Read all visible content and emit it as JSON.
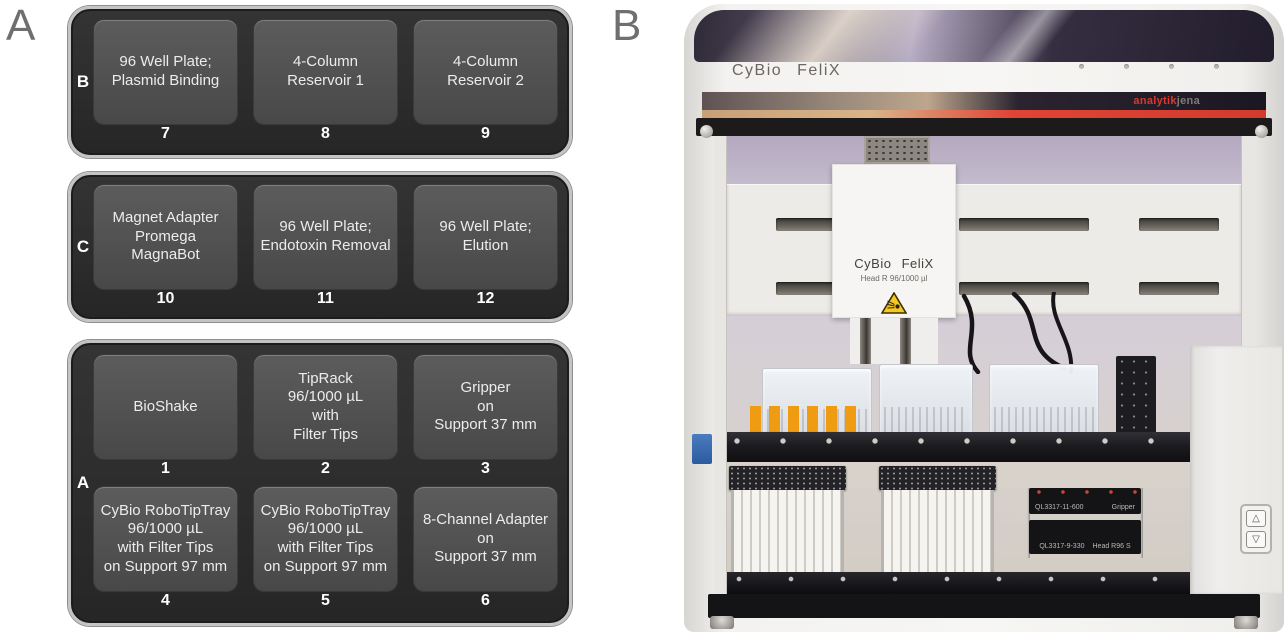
{
  "panels": {
    "a_label": "A",
    "b_label": "B"
  },
  "deck_layout": {
    "trays": [
      {
        "letter": "B",
        "rows": [
          [
            {
              "label": "96 Well Plate;\nPlasmid Binding",
              "number": "7"
            },
            {
              "label": "4-Column\nReservoir 1",
              "number": "8"
            },
            {
              "label": "4-Column\nReservoir 2",
              "number": "9"
            }
          ]
        ]
      },
      {
        "letter": "C",
        "rows": [
          [
            {
              "label": "Magnet Adapter\nPromega\nMagnaBot",
              "number": "10"
            },
            {
              "label": "96 Well Plate;\nEndotoxin Removal",
              "number": "11"
            },
            {
              "label": "96 Well Plate;\nElution",
              "number": "12"
            }
          ]
        ]
      },
      {
        "letter": "A",
        "rows": [
          [
            {
              "label": "BioShake",
              "number": "1"
            },
            {
              "label": "TipRack\n96/1000 µL\nwith\nFilter Tips",
              "number": "2"
            },
            {
              "label": "Gripper\non\nSupport 37 mm",
              "number": "3"
            }
          ],
          [
            {
              "label": "CyBio RoboTipTray\n96/1000 µL\nwith Filter Tips\non Support 97 mm",
              "number": "4"
            },
            {
              "label": "CyBio RoboTipTray\n96/1000 µL\nwith Filter Tips\non Support 97 mm",
              "number": "5"
            },
            {
              "label": "8-Channel Adapter\non\nSupport 37 mm",
              "number": "6"
            }
          ]
        ]
      }
    ]
  },
  "instrument": {
    "model_label": "CyBio FeliX",
    "brand_logo_primary": "analytik",
    "brand_logo_secondary": "jena",
    "head_title": "CyBio FeliX",
    "head_subtitle": "Head R 96/1000 µl",
    "support_top_code": "QL3317-11-600",
    "support_top_name": "Gripper",
    "support_bottom_code": "QL3317-9-330",
    "support_bottom_name": "Head R96 S",
    "control_up": "△",
    "control_down": "▽"
  },
  "colors": {
    "brand_red": "#d93a2b",
    "magnet_orange": "#ef9c12",
    "warning_yellow": "#f8c81c",
    "tray_body": "#2c2c2c",
    "slot_fill": "#515151"
  }
}
